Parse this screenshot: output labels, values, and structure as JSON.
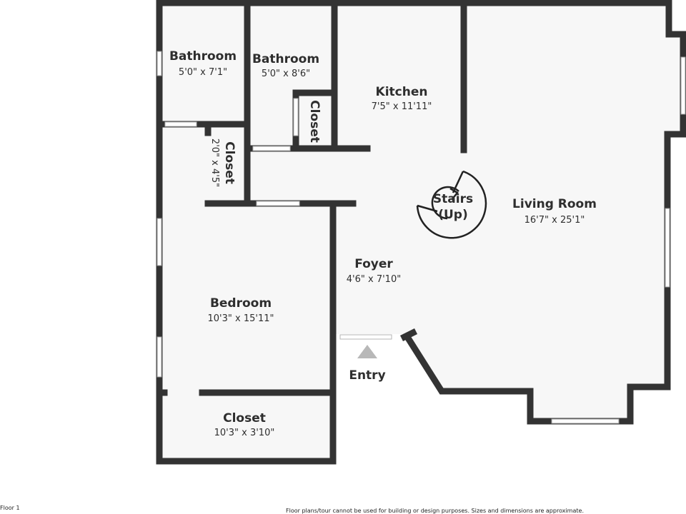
{
  "rooms": {
    "bathroom_1": {
      "name": "Bathroom",
      "dim": "5'0\" x 7'1\""
    },
    "bathroom_2": {
      "name": "Bathroom",
      "dim": "5'0\" x 8'6\""
    },
    "closet_small": {
      "name": "Closet"
    },
    "kitchen": {
      "name": "Kitchen",
      "dim": "7'5\" x 11'11\""
    },
    "closet_hall": {
      "name": "Closet",
      "dim": "2'0\" x 4'5\""
    },
    "stairs": {
      "name": "Stairs",
      "note": "(Up)"
    },
    "living_room": {
      "name": "Living Room",
      "dim": "16'7\" x 25'1\""
    },
    "foyer": {
      "name": "Foyer",
      "dim": "4'6\" x 7'10\""
    },
    "bedroom": {
      "name": "Bedroom",
      "dim": "10'3\" x 15'11\""
    },
    "entry": {
      "name": "Entry"
    },
    "closet_bedroom": {
      "name": "Closet",
      "dim": "10'3\" x 3'10\""
    }
  },
  "footer": {
    "floor_label": "Floor 1",
    "disclaimer": "Floor plans/tour cannot be used for building or design purposes. Sizes and dimensions are approximate."
  },
  "colors": {
    "wall": "#333333",
    "room_fill": "#f7f7f7",
    "entry_marker": "#b8b8b8"
  }
}
